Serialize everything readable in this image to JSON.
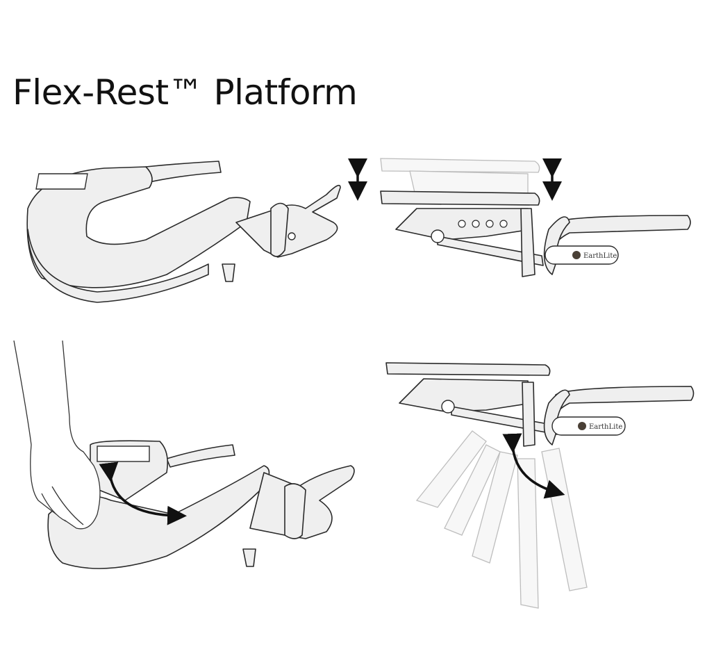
{
  "title": "Flex-Rest™ Platform",
  "logo": {
    "text": "EarthLite",
    "color": "#4a4036"
  },
  "panels": [
    {
      "name": "face-cradle-perspective",
      "icon": "double-vertical-arrow-icon"
    },
    {
      "name": "platform-height-adjust-side",
      "icon": "double-vertical-arrow-icon"
    },
    {
      "name": "face-cradle-tilt-with-hand",
      "icon": "curved-double-arrow-icon"
    },
    {
      "name": "platform-tilt-range-side",
      "icon": "curved-double-arrow-icon"
    }
  ],
  "colors": {
    "line": "#2a2a2a",
    "fill": "#efefef",
    "ghost": "#bdbdbd"
  }
}
